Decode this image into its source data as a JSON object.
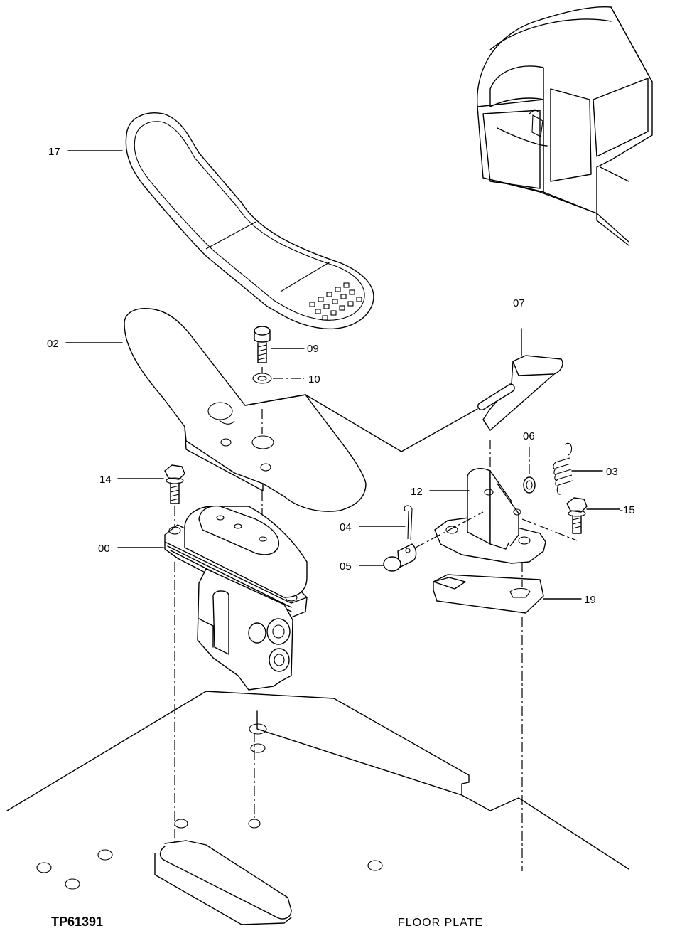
{
  "drawing_number": "TP61391",
  "caption": "FLOOR PLATE",
  "callouts": {
    "c17": "17",
    "c02": "02",
    "c09": "09",
    "c10": "10",
    "c07": "07",
    "c06": "06",
    "c03": "03",
    "c12": "12",
    "c14": "14",
    "c15": "-15",
    "c04": "04",
    "c00": "00",
    "c05": "05",
    "c19": "19"
  }
}
